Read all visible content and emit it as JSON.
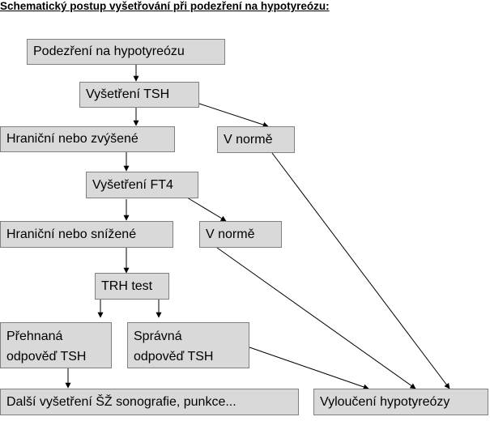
{
  "title": "Schematický postup vyšetřování při podezření na hypotyreózu:",
  "nodes": {
    "suspicion": "Podezření na hypotyreózu",
    "tsh_test": "Vyšetření TSH",
    "tsh_high": "Hraniční nebo zvýšené",
    "tsh_normal": "V normě",
    "ft4_test": "Vyšetření FT4",
    "ft4_low": "Hraniční nebo snížené",
    "ft4_normal": "V normě",
    "trh_test": "TRH test",
    "exaggerated_line1": "Přehnaná",
    "exaggerated_line2": "odpověď TSH",
    "correct_line1": "Správná",
    "correct_line2": "odpověď TSH",
    "further_tests": "Další vyšetření ŠŽ sonografie, punkce...",
    "excluded": "Vyloučení hypotyreózy"
  },
  "colors": {
    "box_fill": "#d9d9d9",
    "box_border": "#808080",
    "arrow": "#000000"
  }
}
